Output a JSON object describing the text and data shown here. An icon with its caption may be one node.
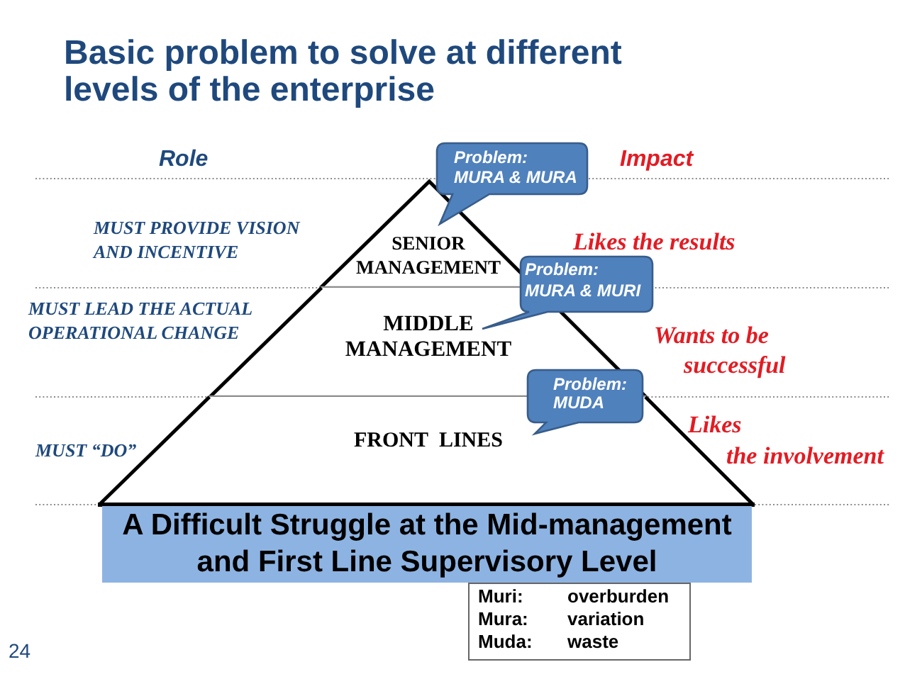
{
  "diagram": {
    "title": "Basic problem to solve at different levels of the enterprise",
    "nodes": [
      {
        "text": [
          "Problem:",
          "MURA & MURA"
        ]
      },
      {
        "text": [
          "SENIOR MANAGEMENT"
        ]
      },
      {
        "text": [
          "Problem:",
          "MURA & MURI"
        ]
      },
      {
        "text": [
          "MIDDLE MANAGEMENT"
        ]
      },
      {
        "text": [
          "Problem:",
          "MUDA"
        ]
      },
      {
        "text": [
          "FRONT LINES"
        ]
      },
      {
        "text": [
          "A Difficult Struggle at the Mid-management and First Line Supervisory Level"
        ]
      },
      {
        "text": [
          "Muri:",
          "overburden",
          "Mura:",
          "variation",
          "Muda:",
          "waste"
        ]
      }
    ],
    "labels": [
      "Role",
      "Impact",
      "MUST PROVIDE VISION AND INCENTIVE",
      "Likes the results",
      "MUST LEAD THE ACTUAL OPERATIONAL CHANGE",
      "Wants to be successful",
      "MUST “DO”",
      "Likes the involvement",
      "24"
    ]
  }
}
